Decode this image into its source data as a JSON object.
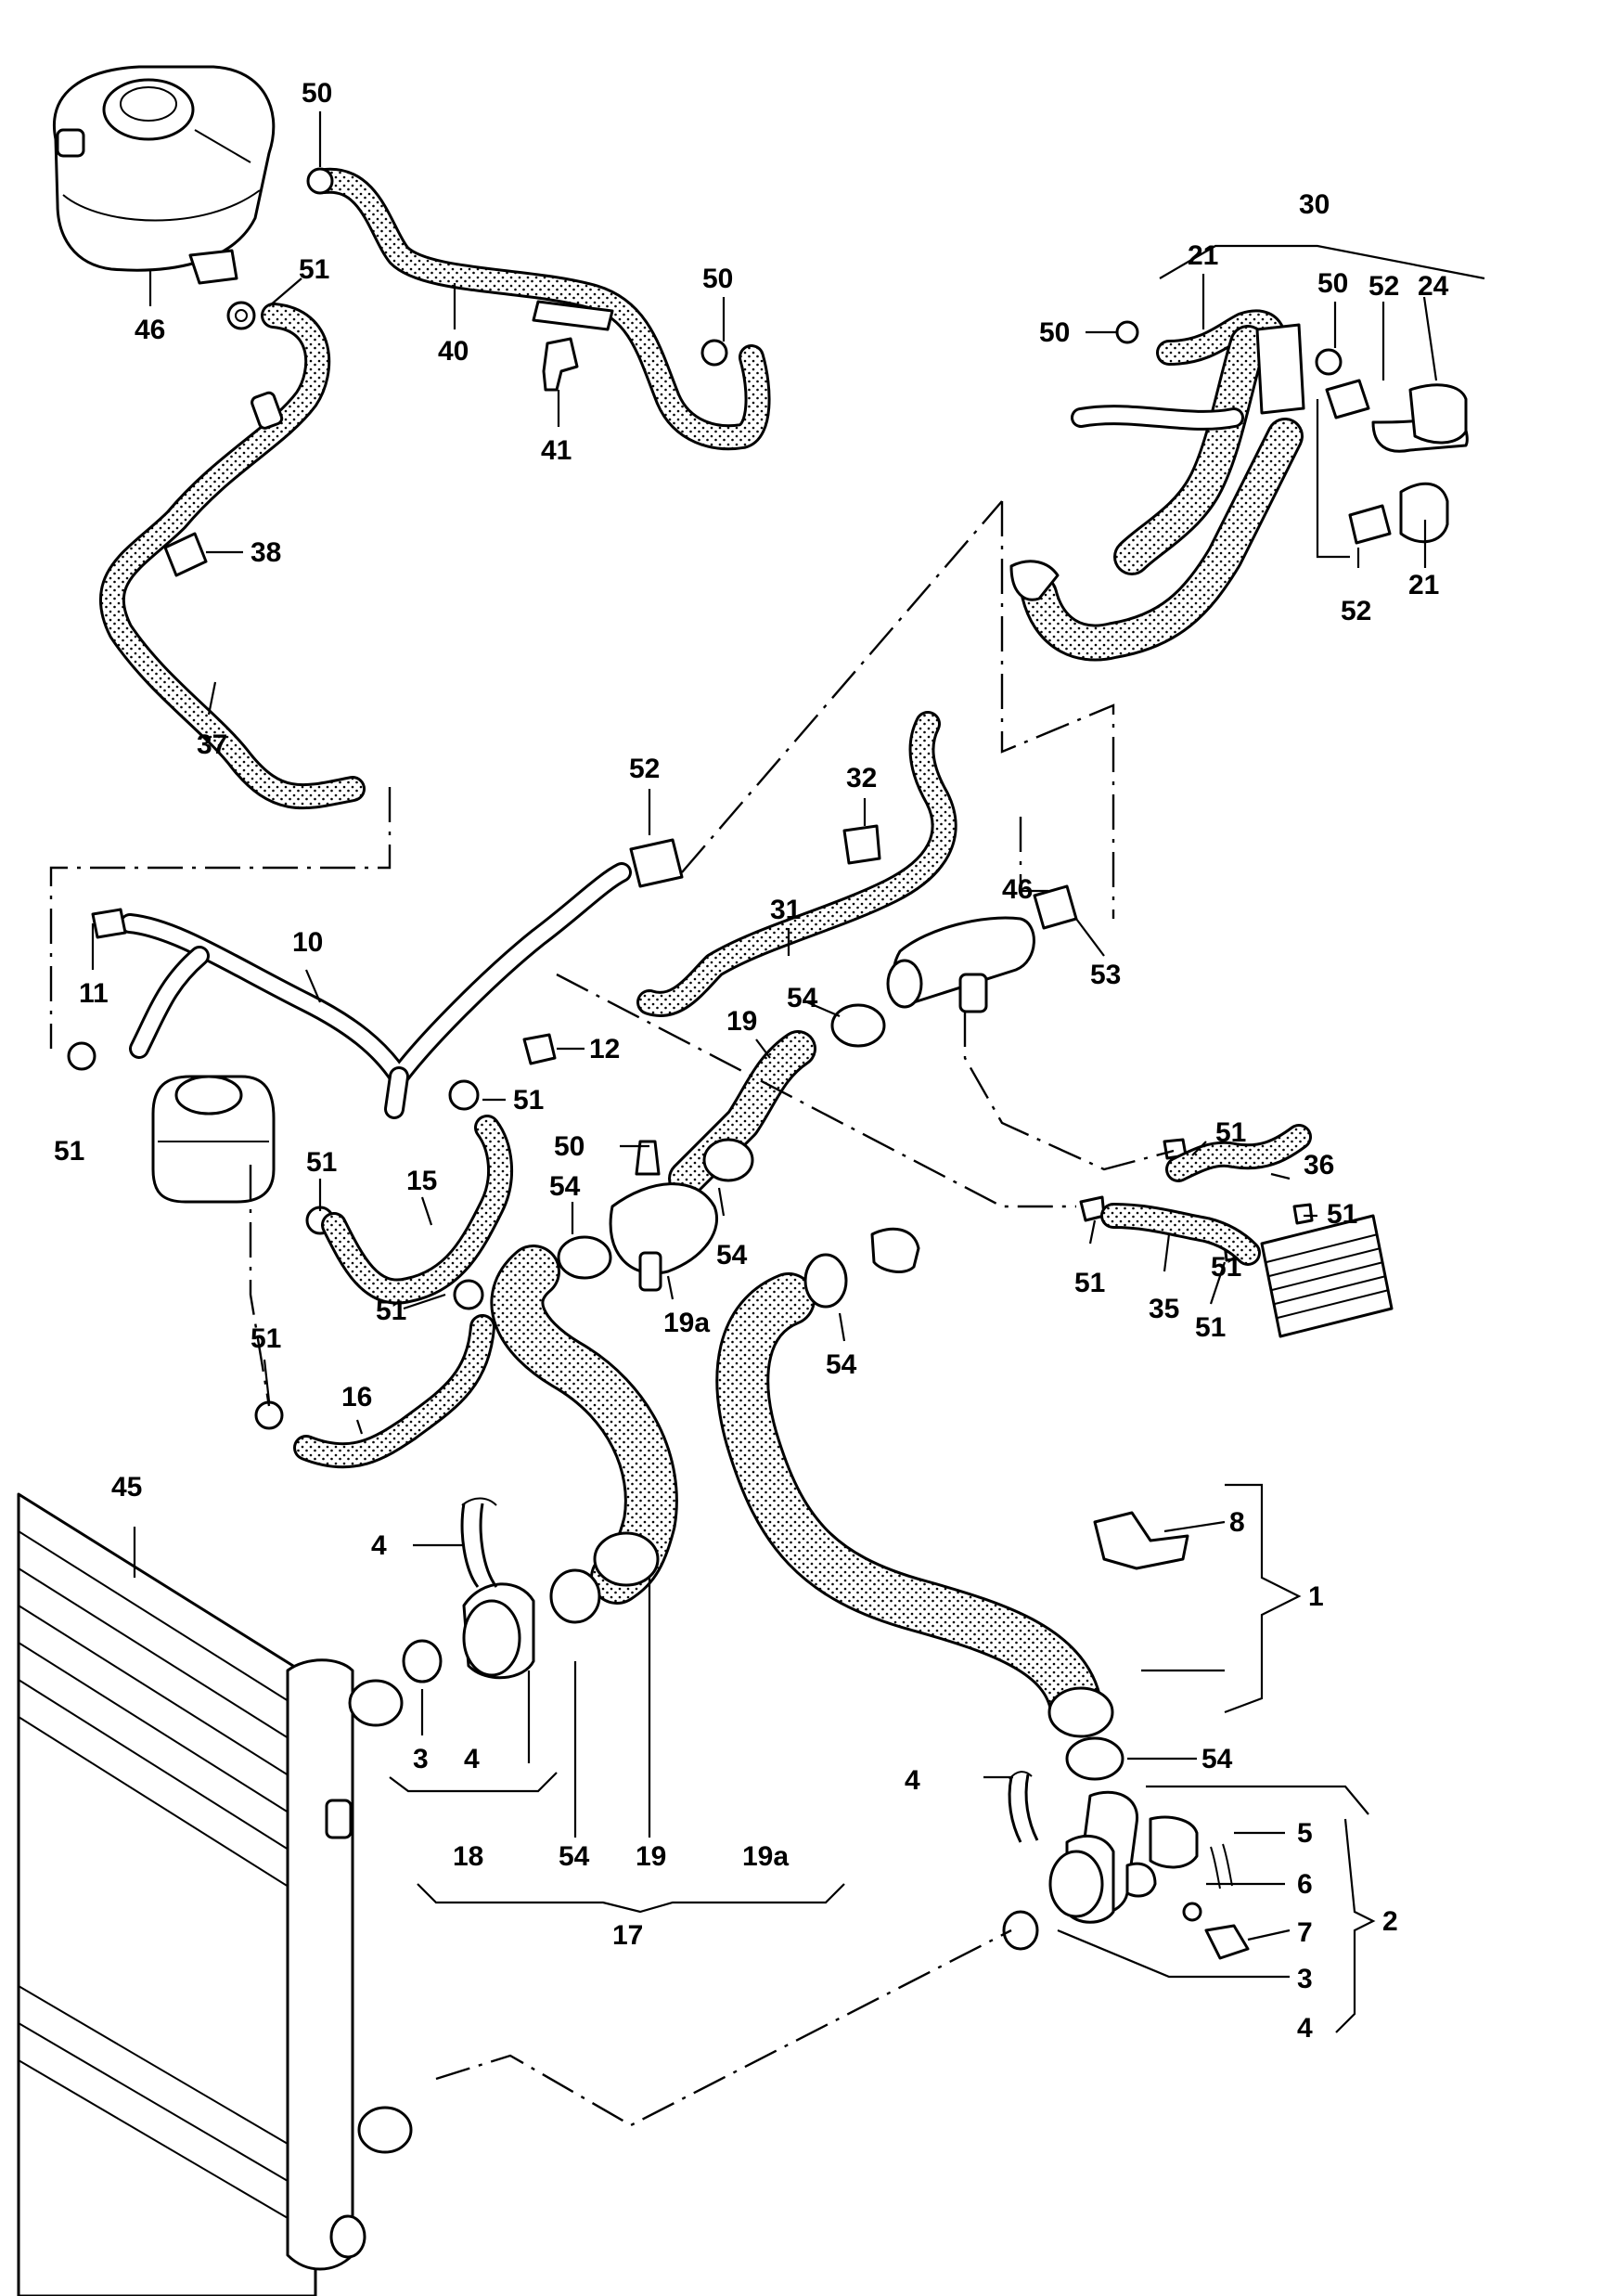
{
  "diagram": {
    "callouts": [
      {
        "id": "c1",
        "text": "50"
      },
      {
        "id": "c2",
        "text": "51"
      },
      {
        "id": "c3",
        "text": "46"
      },
      {
        "id": "c4",
        "text": "40"
      },
      {
        "id": "c5",
        "text": "50"
      },
      {
        "id": "c6",
        "text": "41"
      },
      {
        "id": "c7",
        "text": "38"
      },
      {
        "id": "c8",
        "text": "37"
      },
      {
        "id": "c9",
        "text": "30"
      },
      {
        "id": "c10",
        "text": "21"
      },
      {
        "id": "c11",
        "text": "50"
      },
      {
        "id": "c12",
        "text": "52"
      },
      {
        "id": "c13",
        "text": "24"
      },
      {
        "id": "c14",
        "text": "50"
      },
      {
        "id": "c15",
        "text": "52"
      },
      {
        "id": "c16",
        "text": "21"
      },
      {
        "id": "c17",
        "text": "52"
      },
      {
        "id": "c18",
        "text": "32"
      },
      {
        "id": "c19",
        "text": "31"
      },
      {
        "id": "c20",
        "text": "46"
      },
      {
        "id": "c21",
        "text": "53"
      },
      {
        "id": "c22",
        "text": "11"
      },
      {
        "id": "c23",
        "text": "10"
      },
      {
        "id": "c24",
        "text": "12"
      },
      {
        "id": "c25",
        "text": "54"
      },
      {
        "id": "c26",
        "text": "19"
      },
      {
        "id": "c27",
        "text": "51"
      },
      {
        "id": "c28",
        "text": "51"
      },
      {
        "id": "c29",
        "text": "51"
      },
      {
        "id": "c30",
        "text": "15"
      },
      {
        "id": "c31",
        "text": "50"
      },
      {
        "id": "c32",
        "text": "54"
      },
      {
        "id": "c33",
        "text": "54"
      },
      {
        "id": "c34",
        "text": "19a"
      },
      {
        "id": "c35",
        "text": "51"
      },
      {
        "id": "c36",
        "text": "36"
      },
      {
        "id": "c37",
        "text": "51"
      },
      {
        "id": "c38",
        "text": "51"
      },
      {
        "id": "c39",
        "text": "35"
      },
      {
        "id": "c40",
        "text": "51"
      },
      {
        "id": "c41",
        "text": "51"
      },
      {
        "id": "c42",
        "text": "51"
      },
      {
        "id": "c43",
        "text": "16"
      },
      {
        "id": "c44",
        "text": "54"
      },
      {
        "id": "c45",
        "text": "45"
      },
      {
        "id": "c46",
        "text": "4"
      },
      {
        "id": "c47",
        "text": "8"
      },
      {
        "id": "c48",
        "text": "1"
      },
      {
        "id": "c49",
        "text": "3"
      },
      {
        "id": "c50",
        "text": "4"
      },
      {
        "id": "c51",
        "text": "18"
      },
      {
        "id": "c52",
        "text": "54"
      },
      {
        "id": "c53",
        "text": "19"
      },
      {
        "id": "c54",
        "text": "19a"
      },
      {
        "id": "c55",
        "text": "17"
      },
      {
        "id": "c56",
        "text": "54"
      },
      {
        "id": "c57",
        "text": "4"
      },
      {
        "id": "c58",
        "text": "5"
      },
      {
        "id": "c59",
        "text": "6"
      },
      {
        "id": "c60",
        "text": "2"
      },
      {
        "id": "c61",
        "text": "7"
      },
      {
        "id": "c62",
        "text": "3"
      },
      {
        "id": "c63",
        "text": "4"
      },
      {
        "id": "c64",
        "text": "51"
      }
    ]
  }
}
